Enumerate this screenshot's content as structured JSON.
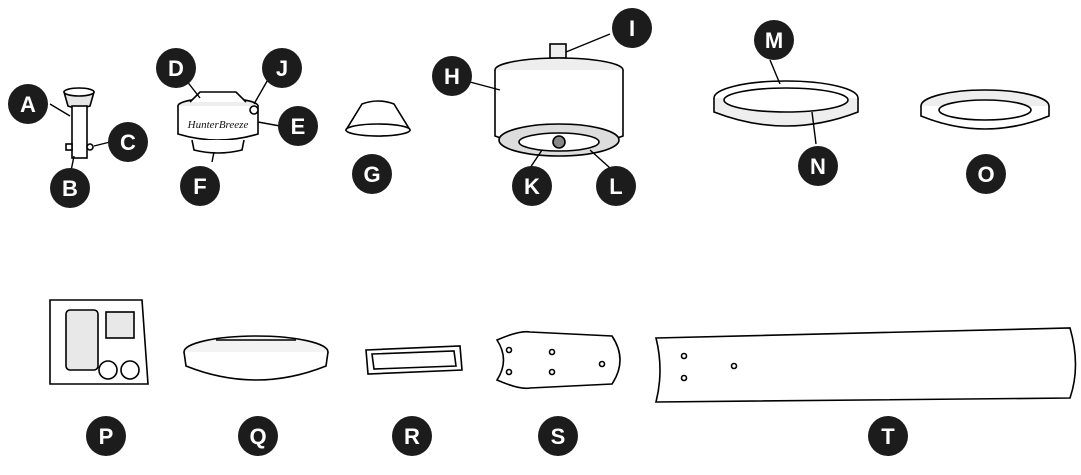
{
  "diagram": {
    "parts": [
      {
        "label": "A"
      },
      {
        "label": "B"
      },
      {
        "label": "C"
      },
      {
        "label": "D"
      },
      {
        "label": "E"
      },
      {
        "label": "F"
      },
      {
        "label": "G"
      },
      {
        "label": "H"
      },
      {
        "label": "I"
      },
      {
        "label": "J"
      },
      {
        "label": "K"
      },
      {
        "label": "L"
      },
      {
        "label": "M"
      },
      {
        "label": "N"
      },
      {
        "label": "O"
      },
      {
        "label": "P"
      },
      {
        "label": "Q"
      },
      {
        "label": "R"
      },
      {
        "label": "S"
      },
      {
        "label": "T"
      }
    ],
    "housing_brand": "HunterBreeze",
    "colors": {
      "badge": "#1c1c1c",
      "badge_text": "#ffffff",
      "line": "#000000",
      "fill": "#ffffff",
      "shade": "#d4d4d4"
    }
  }
}
